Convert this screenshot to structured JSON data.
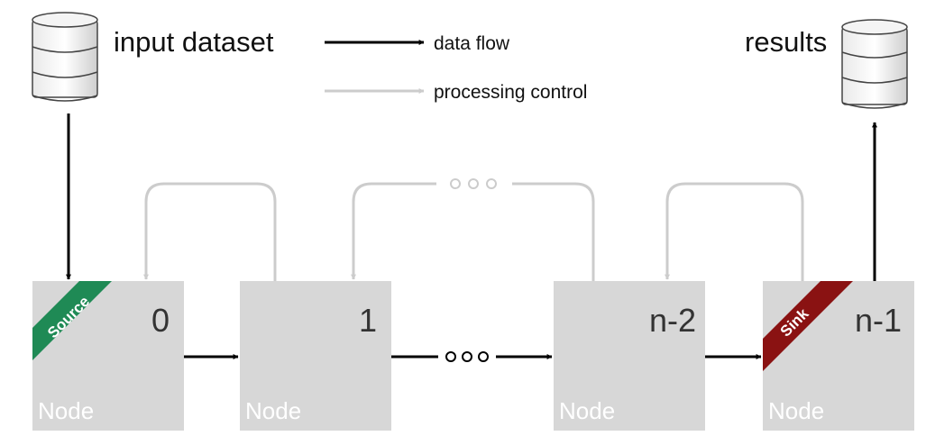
{
  "labels": {
    "input": "input dataset",
    "results": "results"
  },
  "legend": {
    "data_flow": "data flow",
    "processing_control": "processing control"
  },
  "nodes": [
    {
      "number": "0",
      "caption": "Node",
      "role": "Source",
      "role_color": "#1f8a55"
    },
    {
      "number": "1",
      "caption": "Node"
    },
    {
      "number": "n-2",
      "caption": "Node"
    },
    {
      "number": "n-1",
      "caption": "Node",
      "role": "Sink",
      "role_color": "#8a1212"
    }
  ],
  "colors": {
    "node_fill": "#d7d7d7",
    "data_flow": "#000000",
    "control_flow": "#cccccc"
  },
  "icons": {
    "database": "database-icon",
    "ellipsis": "ellipsis-icon"
  }
}
